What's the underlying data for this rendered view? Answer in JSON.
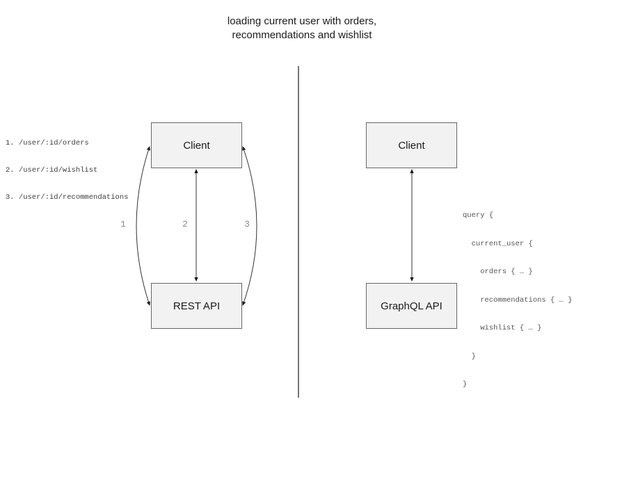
{
  "title": {
    "line1": "loading current user with orders,",
    "line2": "recommendations and wishlist"
  },
  "rest_panel": {
    "endpoints": [
      "1. /user/:id/orders",
      "2. /user/:id/wishlist",
      "3. /user/:id/recommendations"
    ],
    "client_label": "Client",
    "api_label": "REST API",
    "arrow_labels": [
      "1",
      "2",
      "3"
    ]
  },
  "graphql_panel": {
    "client_label": "Client",
    "api_label": "GraphQL API",
    "query_lines": [
      "query {",
      "  current_user {",
      "    orders { … }",
      "    recommendations { … }",
      "    wishlist { … }",
      "  }",
      "}"
    ]
  },
  "colors": {
    "box_fill": "#f2f2f2",
    "box_border": "#666666",
    "arrow_line": "#333333",
    "arrow_head": "#1a1a1a",
    "label_gray": "#8a8a8a",
    "divider_gray": "#757575"
  }
}
